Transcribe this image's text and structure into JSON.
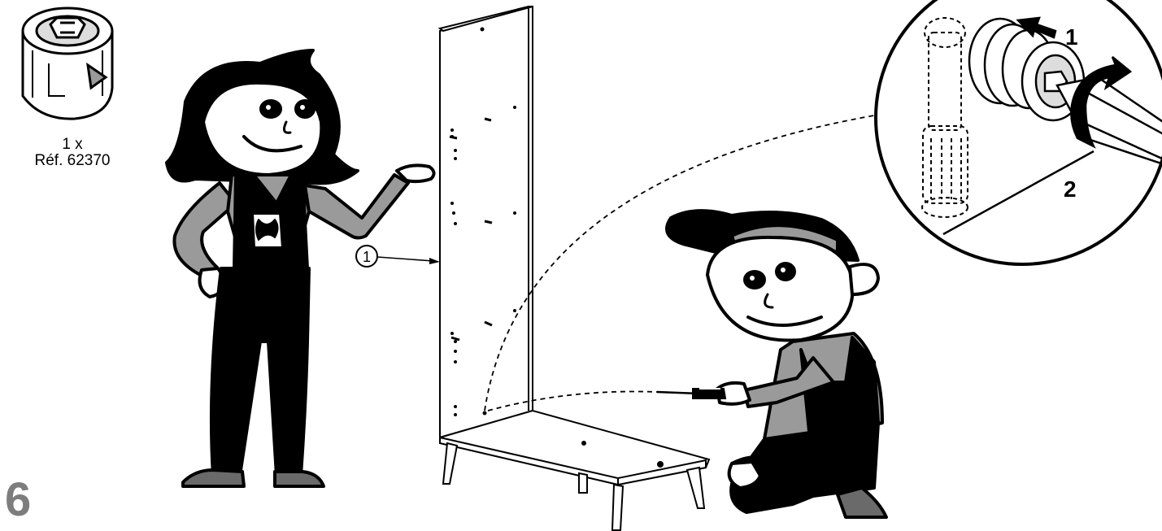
{
  "part": {
    "quantity": "1 x",
    "reference": "Réf. 62370"
  },
  "step": {
    "number": "6"
  },
  "callout_panel": {
    "label": "1"
  },
  "detail": {
    "push_label": "1",
    "turn_label": "2"
  },
  "colors": {
    "ink": "#000000",
    "mid_gray": "#9a9a9a",
    "step_gray": "#7d7d7d",
    "paper": "#ffffff"
  },
  "icons": [
    "cam-lock-icon",
    "screwdriver-icon",
    "push-arrow-icon",
    "rotate-arrow-icon"
  ]
}
